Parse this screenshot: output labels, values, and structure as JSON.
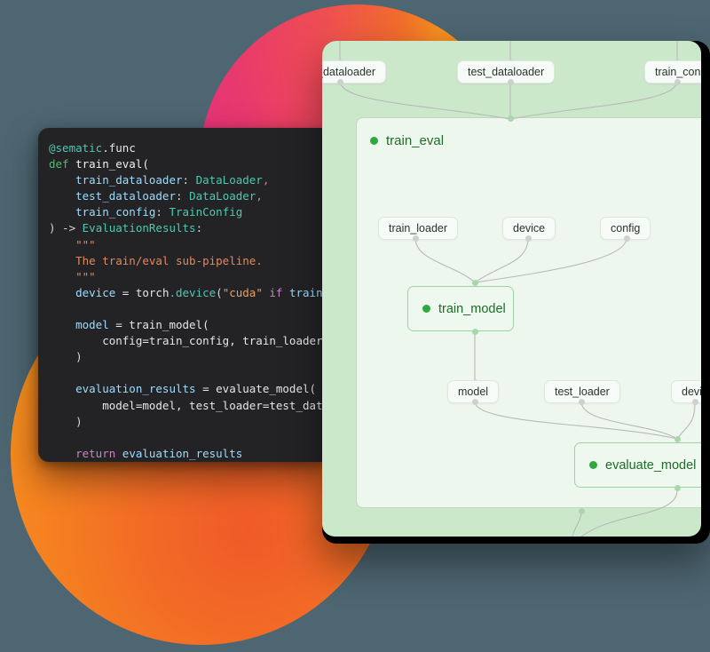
{
  "background": {
    "color": "#4d6671"
  },
  "blobs": [
    {
      "name": "pink-magenta-blob",
      "color": "#e2307d"
    },
    {
      "name": "orange-blob",
      "color": "#f58220"
    }
  ],
  "code_window": {
    "language": "python",
    "background": "#232326",
    "lines": [
      [
        {
          "t": "@sematic",
          "c": "tok-dec"
        },
        {
          "t": ".func",
          "c": "tok-plain"
        }
      ],
      [
        {
          "t": "def",
          "c": "tok-kw"
        },
        {
          "t": " train_eval(",
          "c": "tok-fn"
        }
      ],
      [
        {
          "t": "    train_dataloader",
          "c": "tok-param"
        },
        {
          "t": ": ",
          "c": "tok-punct"
        },
        {
          "t": "DataLoader",
          "c": "tok-type"
        },
        {
          "t": ",",
          "c": "tok-comma"
        }
      ],
      [
        {
          "t": "    test_dataloader",
          "c": "tok-param"
        },
        {
          "t": ": ",
          "c": "tok-punct"
        },
        {
          "t": "DataLoader",
          "c": "tok-type"
        },
        {
          "t": ",",
          "c": "tok-comma"
        }
      ],
      [
        {
          "t": "    train_config",
          "c": "tok-param"
        },
        {
          "t": ": ",
          "c": "tok-punct"
        },
        {
          "t": "TrainConfig",
          "c": "tok-type"
        }
      ],
      [
        {
          "t": ") -> ",
          "c": "tok-punct"
        },
        {
          "t": "EvaluationResults",
          "c": "tok-type"
        },
        {
          "t": ":",
          "c": "tok-punct"
        }
      ],
      [
        {
          "t": "    \"\"\"",
          "c": "tok-doc"
        }
      ],
      [
        {
          "t": "    The train/eval sub-pipeline.",
          "c": "tok-doc"
        }
      ],
      [
        {
          "t": "    \"\"\"",
          "c": "tok-doc"
        }
      ],
      [
        {
          "t": "    device",
          "c": "tok-var"
        },
        {
          "t": " = ",
          "c": "tok-plain"
        },
        {
          "t": "torch",
          "c": "tok-plain"
        },
        {
          "t": ".device",
          "c": "tok-attr"
        },
        {
          "t": "(",
          "c": "tok-punct"
        },
        {
          "t": "\"cuda\"",
          "c": "tok-str"
        },
        {
          "t": " if ",
          "c": "tok-cond"
        },
        {
          "t": "train_con",
          "c": "tok-var"
        }
      ],
      [
        {
          "t": "",
          "c": "tok-plain"
        }
      ],
      [
        {
          "t": "    model",
          "c": "tok-var"
        },
        {
          "t": " = train_model(",
          "c": "tok-plain"
        }
      ],
      [
        {
          "t": "        config=",
          "c": "tok-plain"
        },
        {
          "t": "train_config",
          "c": "tok-plain"
        },
        {
          "t": ", train_loader=tra",
          "c": "tok-plain"
        }
      ],
      [
        {
          "t": "    )",
          "c": "tok-punct"
        }
      ],
      [
        {
          "t": "",
          "c": "tok-plain"
        }
      ],
      [
        {
          "t": "    evaluation_results",
          "c": "tok-var"
        },
        {
          "t": " = evaluate_model(",
          "c": "tok-plain"
        }
      ],
      [
        {
          "t": "        model=model, test_loader=test_dataloa",
          "c": "tok-plain"
        }
      ],
      [
        {
          "t": "    )",
          "c": "tok-punct"
        }
      ],
      [
        {
          "t": "",
          "c": "tok-plain"
        }
      ],
      [
        {
          "t": "    return",
          "c": "tok-ret"
        },
        {
          "t": " ",
          "c": "tok-plain"
        },
        {
          "t": "evaluation_results",
          "c": "tok-var"
        }
      ]
    ]
  },
  "graph_window": {
    "title": "train_eval",
    "colors": {
      "outer_panel": "#cbe8cb",
      "inner_panel": "#eef7ee",
      "node_accent": "#2fa93f",
      "node_border": "#9fd4a1",
      "edge": "#b7b7b7"
    },
    "input_chips": [
      {
        "label": "_dataloader"
      },
      {
        "label": "test_dataloader"
      },
      {
        "label": "train_con"
      }
    ],
    "train_model": {
      "label": "train_model",
      "inputs": [
        {
          "label": "train_loader"
        },
        {
          "label": "device"
        },
        {
          "label": "config"
        }
      ]
    },
    "evaluate_model": {
      "label": "evaluate_model",
      "inputs": [
        {
          "label": "model"
        },
        {
          "label": "test_loader"
        },
        {
          "label": "devi"
        }
      ]
    }
  }
}
